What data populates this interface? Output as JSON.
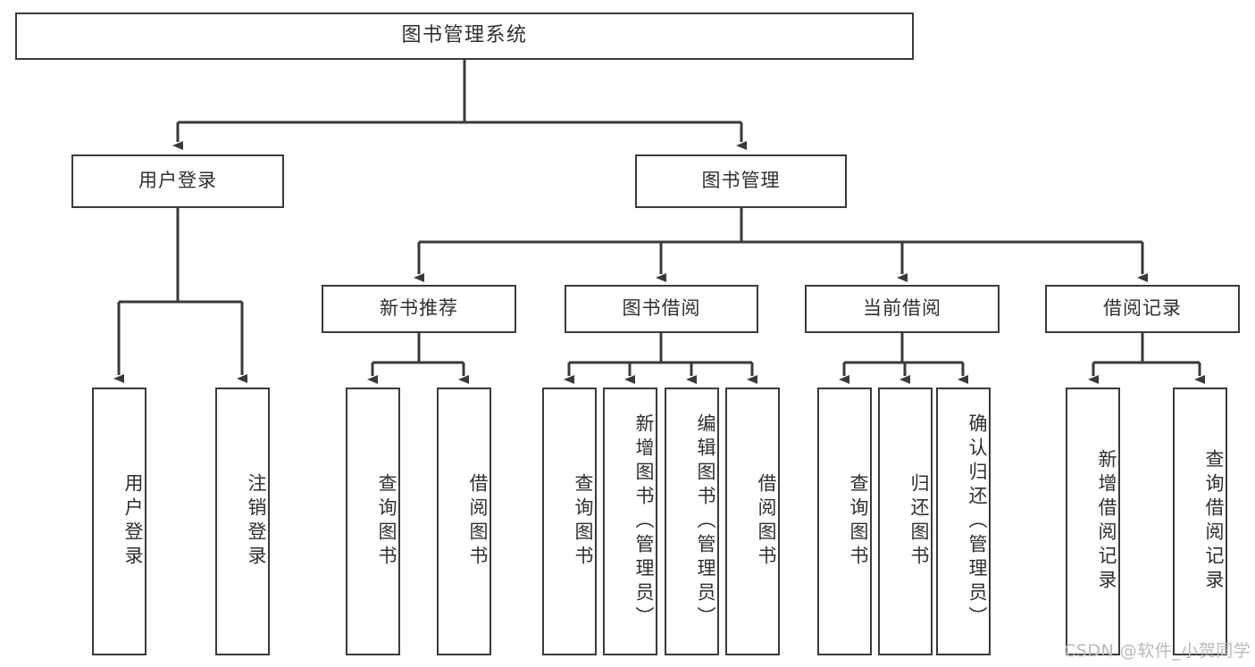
{
  "diagram": {
    "title": "图书管理系统",
    "type": "tree",
    "root": {
      "label": "图书管理系统"
    },
    "level2": [
      {
        "label": "用户登录"
      },
      {
        "label": "图书管理"
      }
    ],
    "level3": [
      {
        "label": "新书推荐"
      },
      {
        "label": "图书借阅"
      },
      {
        "label": "当前借阅"
      },
      {
        "label": "借阅记录"
      }
    ],
    "leaves": {
      "user_login": [
        {
          "label": "用户登录"
        },
        {
          "label": "注销登录"
        }
      ],
      "new_book_recommend": [
        {
          "label": "查询图书"
        },
        {
          "label": "借阅图书"
        }
      ],
      "book_borrow": [
        {
          "label": "查询图书"
        },
        {
          "label": "新增图书（管理员）"
        },
        {
          "label": "编辑图书（管理员）"
        },
        {
          "label": "借阅图书"
        }
      ],
      "current_borrow": [
        {
          "label": "查询图书"
        },
        {
          "label": "归还图书"
        },
        {
          "label": "确认归还（管理员）"
        }
      ],
      "borrow_record": [
        {
          "label": "新增借阅记录"
        },
        {
          "label": "查询借阅记录"
        }
      ]
    }
  },
  "watermark": {
    "text": "CSDN @软件_小贺同学"
  },
  "colors": {
    "border": "#3a3a3c",
    "text": "#2f2f31",
    "background": "#ffffff",
    "watermark": "#b9b9bb"
  }
}
